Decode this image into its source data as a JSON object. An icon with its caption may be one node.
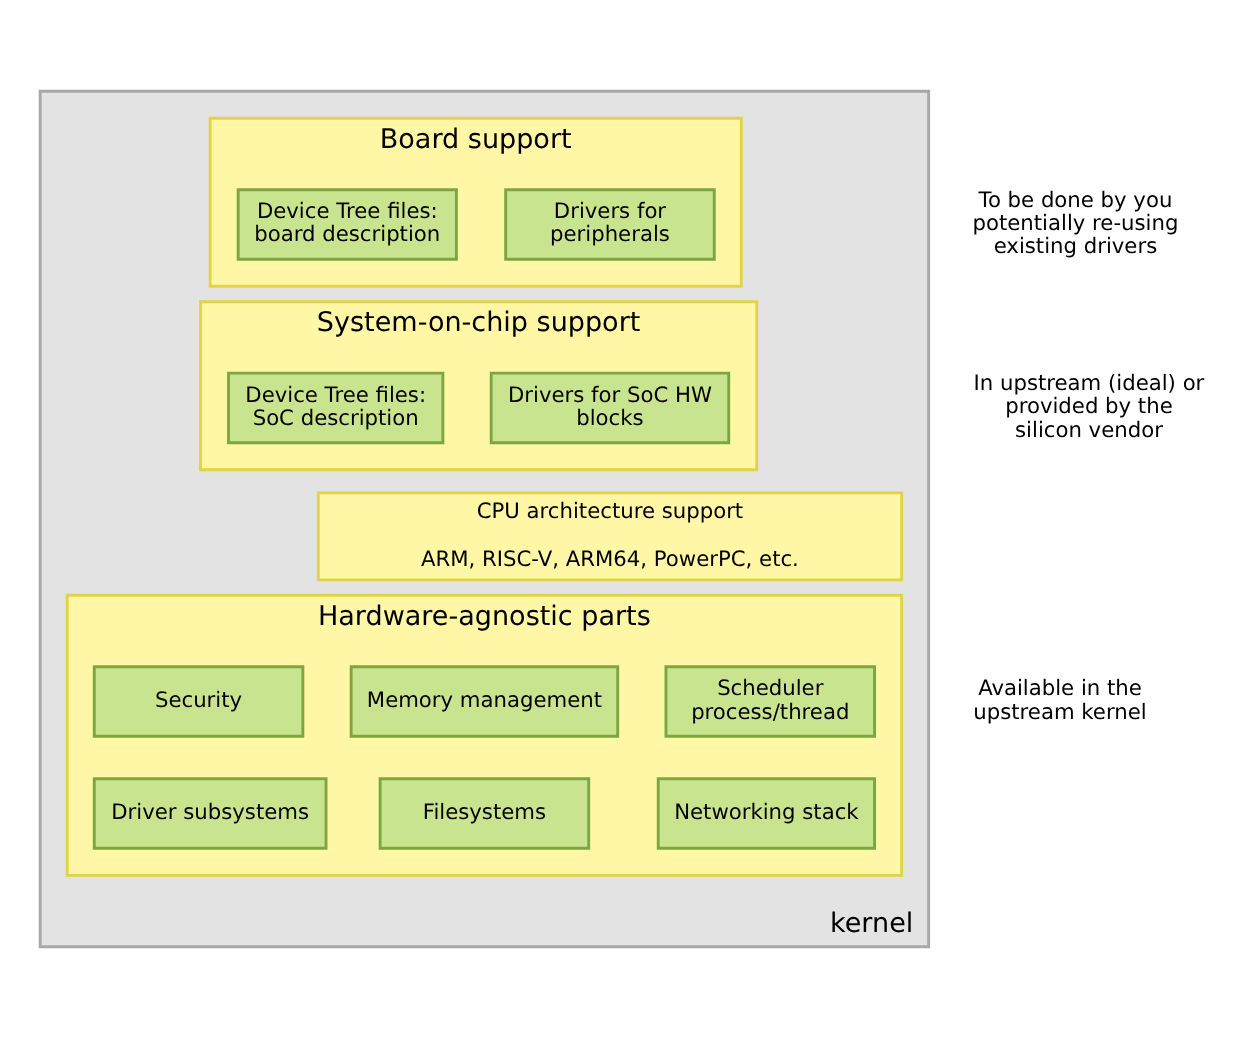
{
  "diagram": {
    "nodes": [
      {
        "text": [
          "kernel"
        ]
      },
      {
        "text": [
          "Board support"
        ],
        "in": 0
      },
      {
        "text": [
          "Drivers for peripherals"
        ],
        "in": 1
      },
      {
        "text": [
          "Device Tree files: board description"
        ],
        "in": 1
      },
      {
        "text": [
          "System-on-chip support"
        ],
        "in": 0
      },
      {
        "text": [
          "Drivers for SoC HW blocks"
        ],
        "in": 4
      },
      {
        "text": [
          "Device Tree files: SoC description"
        ],
        "in": 4
      },
      {
        "text": [
          "CPU architecture support",
          "ARM, RISC-V, ARM64, PowerPC, etc."
        ],
        "in": 0
      },
      {
        "text": [
          "Hardware-agnostic parts"
        ],
        "in": 0
      },
      {
        "text": [
          "Scheduler process/thread"
        ],
        "in": 8
      },
      {
        "text": [
          "Memory management"
        ],
        "in": 8
      },
      {
        "text": [
          "Security"
        ],
        "in": 8
      },
      {
        "text": [
          "Networking stack"
        ],
        "in": 8
      },
      {
        "text": [
          "Filesystems"
        ],
        "in": 8
      },
      {
        "text": [
          "Driver subsystems"
        ],
        "in": 8
      }
    ],
    "labels": [
      "To be done by you potentially re-using existing drivers",
      "In upstream (ideal) or provided by the silicon vendor",
      "Available in the upstream kernel"
    ]
  }
}
